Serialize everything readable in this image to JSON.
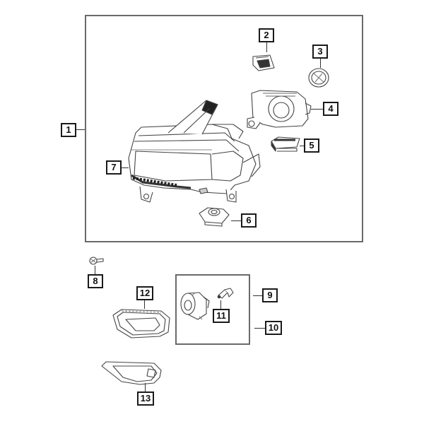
{
  "diagram": {
    "type": "exploded parts diagram",
    "subject": "headlamp and fog lamp assembly",
    "callouts": [
      {
        "id": "1",
        "label": "1"
      },
      {
        "id": "2",
        "label": "2"
      },
      {
        "id": "3",
        "label": "3"
      },
      {
        "id": "4",
        "label": "4"
      },
      {
        "id": "5",
        "label": "5"
      },
      {
        "id": "6",
        "label": "6"
      },
      {
        "id": "7",
        "label": "7"
      },
      {
        "id": "8",
        "label": "8"
      },
      {
        "id": "9",
        "label": "9"
      },
      {
        "id": "10",
        "label": "10"
      },
      {
        "id": "11",
        "label": "11"
      },
      {
        "id": "12",
        "label": "12"
      },
      {
        "id": "13",
        "label": "13"
      }
    ],
    "colors": {
      "line": "#333333",
      "frame": "#6a6a6a",
      "background": "#ffffff"
    }
  }
}
